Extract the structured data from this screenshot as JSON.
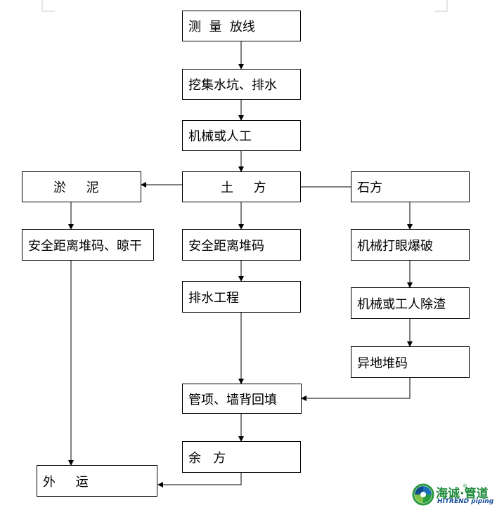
{
  "nodes": {
    "survey": "测  量  放线",
    "sump": "挖集水坑、排水",
    "machine": "机械或人工",
    "silt": "淤     泥",
    "earth": "土     方",
    "rock": "石方",
    "silt_stack": "安全距离堆码、晾干",
    "earth_stack": "安全距离堆码",
    "drill": "机械打眼爆破",
    "drainage": "排水工程",
    "debris": "机械或工人除渣",
    "offsite": "异地堆码",
    "backfill": "管项、墙背回填",
    "surplus": "余   方",
    "haul": "外     运"
  },
  "logo": {
    "name_cn": "海诚·管道",
    "name_en": "HITREND piping",
    "registered": "®"
  }
}
